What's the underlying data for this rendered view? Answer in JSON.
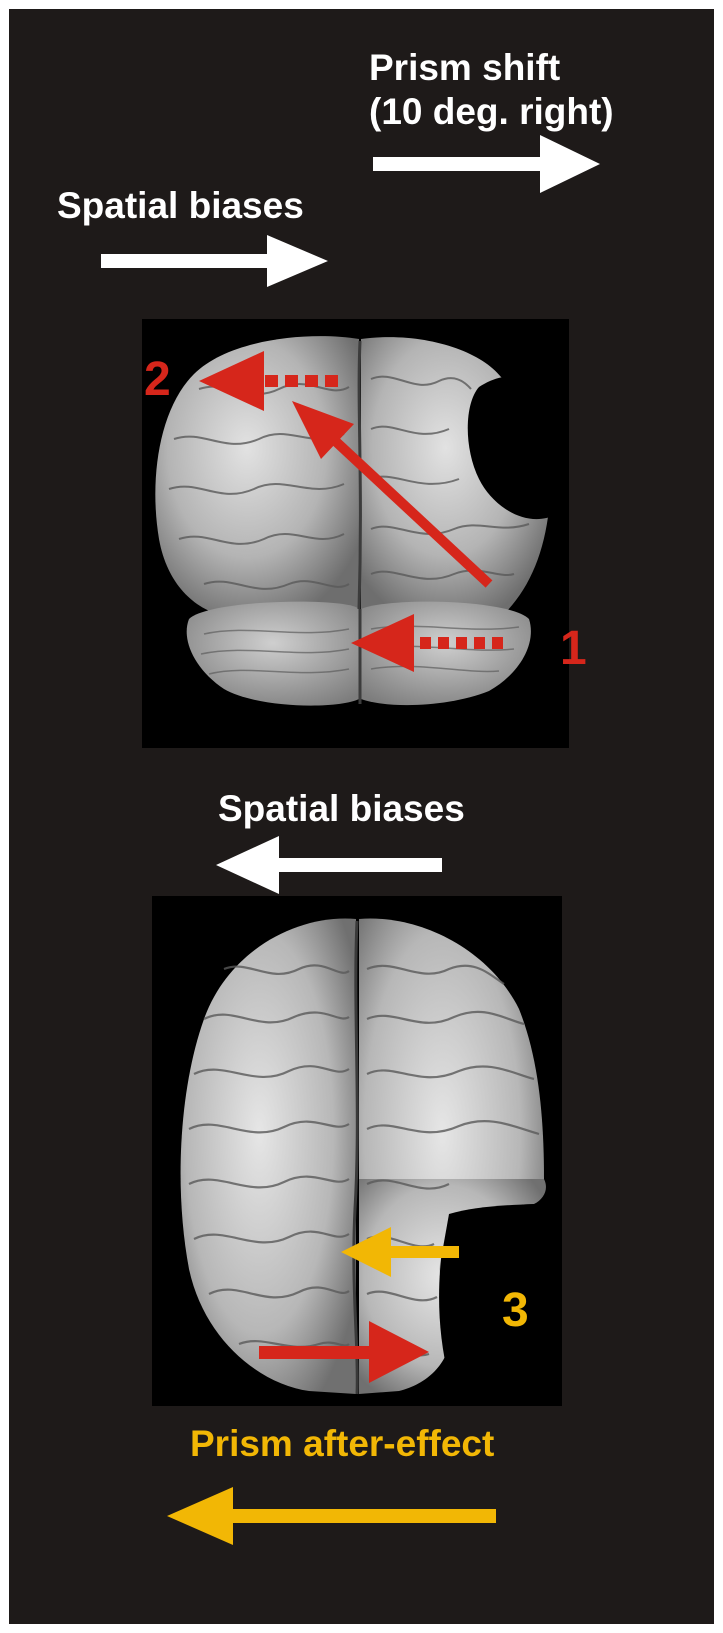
{
  "labels": {
    "prism_shift_line1": "Prism shift",
    "prism_shift_line2": "(10 deg. right)",
    "spatial_biases_top": "Spatial biases",
    "spatial_biases_middle": "Spatial biases",
    "prism_after_effect": "Prism after-effect"
  },
  "markers": {
    "one": "1",
    "two": "2",
    "three": "3"
  },
  "colors": {
    "background": "#1e1a19",
    "white_arrow": "#ffffff",
    "red_arrow": "#d6261b",
    "amber_arrow": "#f2b705",
    "brain": "#b9b9b9"
  },
  "arrows": {
    "prism_shift": "right",
    "spatial_biases_top": "right",
    "spatial_biases_middle": "left",
    "prism_after_effect": "left"
  },
  "panels": {
    "top_brain_view": "posterior",
    "bottom_brain_view": "dorsal"
  }
}
